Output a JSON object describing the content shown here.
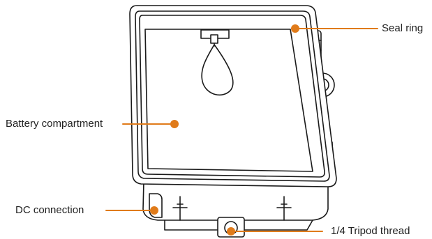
{
  "labels": {
    "seal_ring": "Seal ring",
    "battery_compartment": "Battery compartment",
    "dc_connection": "DC connection",
    "tripod_thread": "1/4 Tripod thread"
  },
  "colors": {
    "accent": "#e07b1a",
    "outline": "#1a1a1a",
    "text": "#222222",
    "background": "#ffffff"
  }
}
